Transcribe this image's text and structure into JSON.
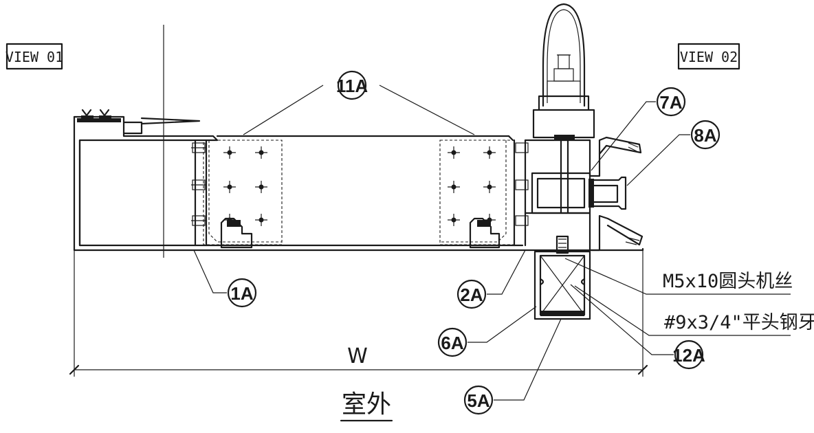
{
  "views": [
    {
      "label": "VIEW 01"
    },
    {
      "label": "VIEW 02"
    }
  ],
  "callouts": [
    {
      "label": "11A"
    },
    {
      "label": "7A"
    },
    {
      "label": "8A"
    },
    {
      "label": "1A"
    },
    {
      "label": "2A"
    },
    {
      "label": "6A"
    },
    {
      "label": "12A"
    },
    {
      "label": "5A"
    }
  ],
  "notes": [
    {
      "text": "M5x10圆头机丝"
    },
    {
      "text": "#9x3/4\"平头钢牙"
    }
  ],
  "dimension": {
    "label": "W"
  },
  "exterior_label": "室外"
}
